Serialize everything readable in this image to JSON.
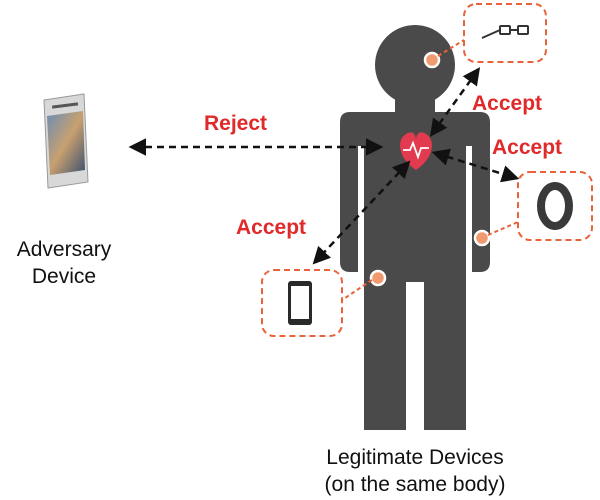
{
  "labels": {
    "reject": "Reject",
    "accept_glasses": "Accept",
    "accept_wristband": "Accept",
    "accept_phone": "Accept",
    "adversary_line1": "Adversary",
    "adversary_line2": "Device",
    "legit_line1": "Legitimate Devices",
    "legit_line2": "(on the same body)"
  },
  "colors": {
    "accent": "#e02a2a",
    "body": "#4a4a4a",
    "arrow": "#111111",
    "callout_border": "#e8633a",
    "dot": "#f29a6f"
  },
  "icons": [
    "heart-icon",
    "smartglasses-icon",
    "wristband-icon",
    "smartphone-icon",
    "adversary-phone-icon"
  ]
}
